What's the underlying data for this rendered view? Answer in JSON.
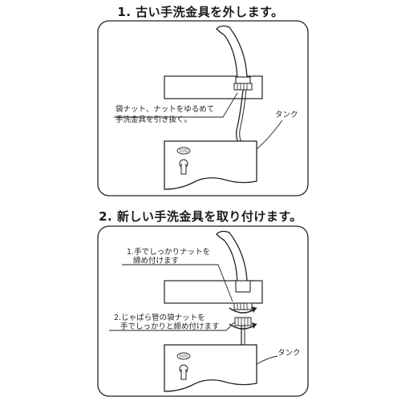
{
  "step1": {
    "heading": "1. 古い手洗金具を外します。",
    "callout_line1": "袋ナット、ナットをゆるめて",
    "callout_line2": "手洗金具を引き抜く。",
    "tank_label": "タンク",
    "brand": "TOTO"
  },
  "step2": {
    "heading": "2. 新しい手洗金具を取り付けます。",
    "callout_a_line1": "1.手でしっかりナットを",
    "callout_a_line2": "締め付けます",
    "callout_b_line1": "2.じゃばら管の袋ナットを",
    "callout_b_line2": "手でしっかりと締め付けます",
    "tank_label": "タンク",
    "brand": "TOTO"
  }
}
